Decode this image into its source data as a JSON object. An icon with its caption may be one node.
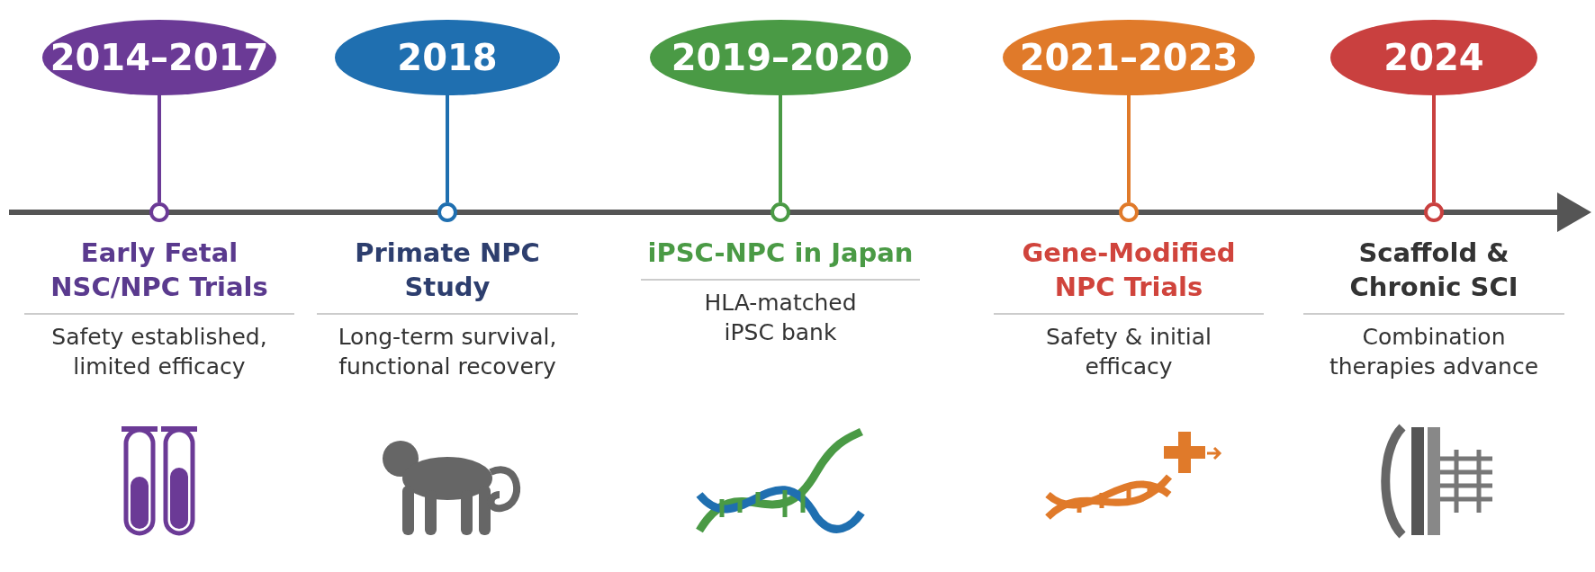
{
  "diagram": {
    "nodes": [
      {
        "text": [
          "2014–2017"
        ]
      },
      {
        "text": [
          "2018"
        ]
      },
      {
        "text": [
          "2019–2020"
        ]
      },
      {
        "text": [
          "2021–2023"
        ]
      },
      {
        "text": [
          "2024"
        ]
      },
      {
        "text": [],
        "shape": "circle"
      },
      {
        "text": [],
        "shape": "circle"
      },
      {
        "text": [],
        "shape": "circle"
      },
      {
        "text": [],
        "shape": "circle"
      },
      {
        "text": [],
        "shape": "circle"
      },
      {
        "text": [
          "Early Fetal NSC/NPC Trials",
          "Safety established, limited efficacy"
        ]
      },
      {
        "text": [
          "Primate NPC Study",
          "Long-term survival, functional recovery"
        ]
      },
      {
        "text": [
          "iPSC-NPC in Japan",
          "HLA-matched iPSC bank"
        ]
      },
      {
        "text": [
          "Gene-Modified NPC Trials",
          "Safety & initial efficacy"
        ]
      },
      {
        "text": [
          "Scaffold & Chronic SCI",
          "Combination therapies advance"
        ]
      }
    ],
    "edges": [
      {
        "from": 0,
        "to": 5,
        "arrow": "none",
        "color": "#6b3a96"
      },
      {
        "from": 1,
        "to": 6,
        "arrow": "none",
        "color": "#1f6fb0"
      },
      {
        "from": 2,
        "to": 7,
        "arrow": "none",
        "color": "#4a9a45"
      },
      {
        "from": 3,
        "to": 8,
        "arrow": "none",
        "color": "#e07a2a"
      },
      {
        "from": 4,
        "to": 9,
        "arrow": "none",
        "color": "#c9403f"
      }
    ]
  }
}
